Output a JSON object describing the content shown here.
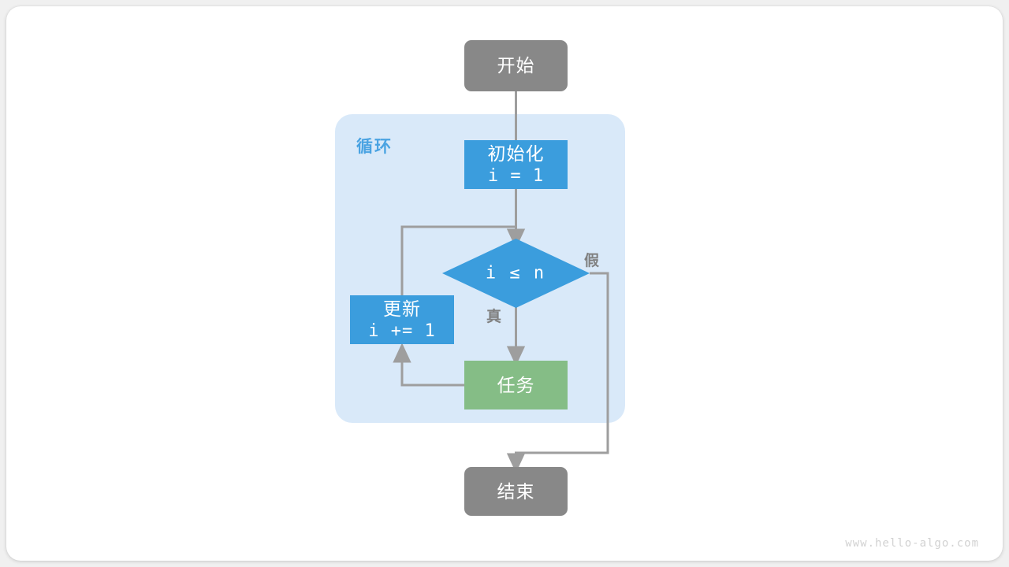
{
  "page": {
    "background_color": "#f0f0f0",
    "card_color": "#ffffff",
    "watermark": "www.hello-algo.com"
  },
  "palette": {
    "gray": "#888888",
    "blue": "#3b9ddd",
    "green": "#85bd86",
    "loop_fill": "#d9e9f9",
    "loop_label_color": "#4aa3e2",
    "edge_color": "#9e9e9e",
    "label_color": "#808080"
  },
  "diagram": {
    "type": "flowchart",
    "title": "",
    "loop_container": {
      "label": "循环"
    },
    "nodes": [
      {
        "id": "start",
        "shape": "terminal",
        "label_cn": "开始",
        "code": "",
        "color": "#888888"
      },
      {
        "id": "init",
        "shape": "process",
        "label_cn": "初始化",
        "code": "i = 1",
        "color": "#3b9ddd"
      },
      {
        "id": "cond",
        "shape": "decision",
        "label_cn": "",
        "code": "i ≤ n",
        "color": "#3b9ddd"
      },
      {
        "id": "update",
        "shape": "process",
        "label_cn": "更新",
        "code": "i += 1",
        "color": "#3b9ddd"
      },
      {
        "id": "task",
        "shape": "process",
        "label_cn": "任务",
        "code": "",
        "color": "#85bd86"
      },
      {
        "id": "end",
        "shape": "terminal",
        "label_cn": "结束",
        "code": "",
        "color": "#888888"
      }
    ],
    "edges": [
      {
        "from": "start",
        "to": "cond",
        "label": ""
      },
      {
        "from": "init",
        "to": "cond",
        "label": ""
      },
      {
        "from": "cond",
        "to": "task",
        "label": "真"
      },
      {
        "from": "cond",
        "to": "end",
        "label": "假"
      },
      {
        "from": "task",
        "to": "update",
        "label": ""
      },
      {
        "from": "update",
        "to": "cond",
        "label": ""
      }
    ]
  }
}
